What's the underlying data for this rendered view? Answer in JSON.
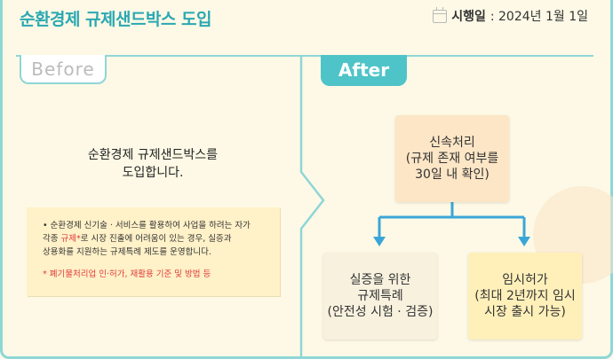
{
  "header": {
    "title": "순환경제 규제샌드박스 도입",
    "date_label": "시행일",
    "date_value": ": 2024년 1월 1일"
  },
  "before": {
    "tab_label": "Before",
    "main_line1": "순환경제 규제샌드박스를",
    "main_line2": "도입합니다.",
    "note_line1": "• 순환경제 신기술 · 서비스를 활용하여 사업을 하려는 자가",
    "note_line2a": "  각종 ",
    "note_line2_red": "규제*",
    "note_line2b": "로 시장 진출에 어려움이 있는 경우, 실증과",
    "note_line3": "  상용화를 지원하는 규제특례 제도를 운영합니다.",
    "note_footnote": "* 폐기물처리업 인·허가, 재활용 기준 및 방법 등"
  },
  "after": {
    "tab_label": "After",
    "top_line1": "신속처리",
    "top_line2": "(규제 존재 여부를",
    "top_line3": "30일 내 확인)",
    "left_line1": "실증을 위한",
    "left_line2": "규제특례",
    "left_line3": "(안전성 시험 · 검증)",
    "right_line1": "임시허가",
    "right_line2": "(최대 2년까지 임시",
    "right_line3": "시장 출시 가능)"
  },
  "colors": {
    "accent": "#2aa8b2",
    "tab_after": "#4fc4c8",
    "arrow": "#3aa6d8",
    "highlight_red": "#e23b3b"
  },
  "icons": {
    "date": "calendar-icon"
  }
}
